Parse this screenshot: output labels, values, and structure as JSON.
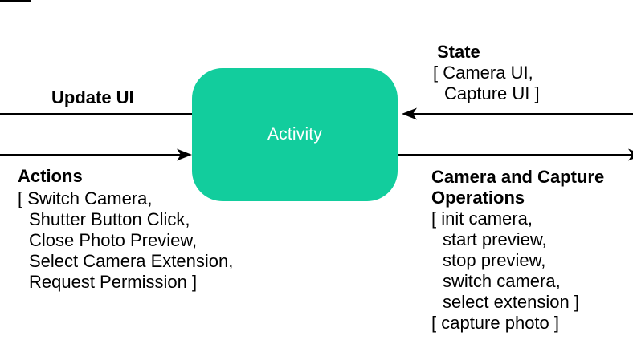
{
  "colors": {
    "background": "#ffffff",
    "line": "#000000",
    "text": "#000000",
    "activity_fill": "#12CD9D",
    "activity_text": "#ffffff"
  },
  "activity_box": {
    "label": "Activity"
  },
  "labels": {
    "update_ui": "Update UI",
    "actions": {
      "title": "Actions",
      "items": [
        "[ Switch Camera,",
        "Shutter Button Click,",
        "Close Photo Preview,",
        "Select Camera Extension,",
        "Request Permission ]"
      ]
    },
    "state": {
      "title": "State",
      "items": [
        "[ Camera UI,",
        "Capture UI ]"
      ]
    },
    "operations": {
      "title_line1": "Camera and Capture",
      "title_line2": "Operations",
      "items": [
        "[ init camera,",
        "start preview,",
        "stop preview,",
        "switch camera,",
        "select extension ]",
        "[ capture photo ]"
      ]
    }
  }
}
